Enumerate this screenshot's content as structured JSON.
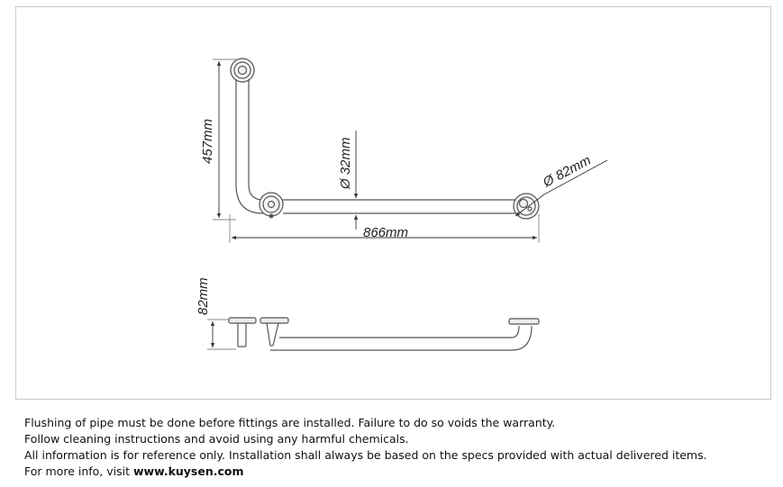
{
  "drawing": {
    "dimensions": {
      "height": "457mm",
      "tube_diameter": "Ø 32mm",
      "length": "866mm",
      "flange_diameter": "Ø 82mm",
      "projection": "82mm"
    }
  },
  "notes": {
    "line1": "Flushing of pipe must be done before fittings are installed. Failure to do so voids the warranty.",
    "line2": "Follow cleaning instructions and avoid using any harmful chemicals.",
    "line3": "All information is for reference only. Installation shall always be based on the specs provided with actual delivered items.",
    "line4_prefix": "For more info, visit ",
    "line4_link": "www.kuysen.com"
  }
}
